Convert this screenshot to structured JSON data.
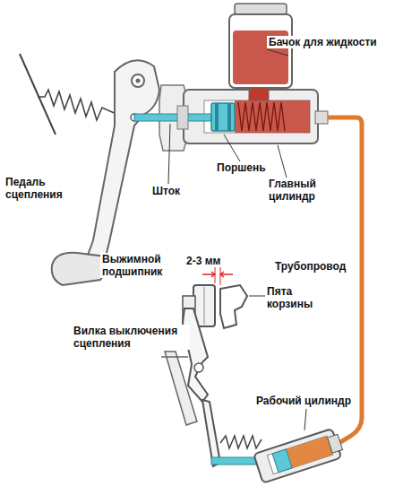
{
  "diagram": {
    "labels": [
      "Бачок для жидкости",
      "Поршень",
      "Шток",
      "Главный цилиндр",
      "Педаль сцепления",
      "Трубопровод",
      "Выжимной подшипник",
      "2-3 мм",
      "Пята корзины",
      "Вилка выключения сцепления",
      "Рабочий цилиндр"
    ]
  }
}
